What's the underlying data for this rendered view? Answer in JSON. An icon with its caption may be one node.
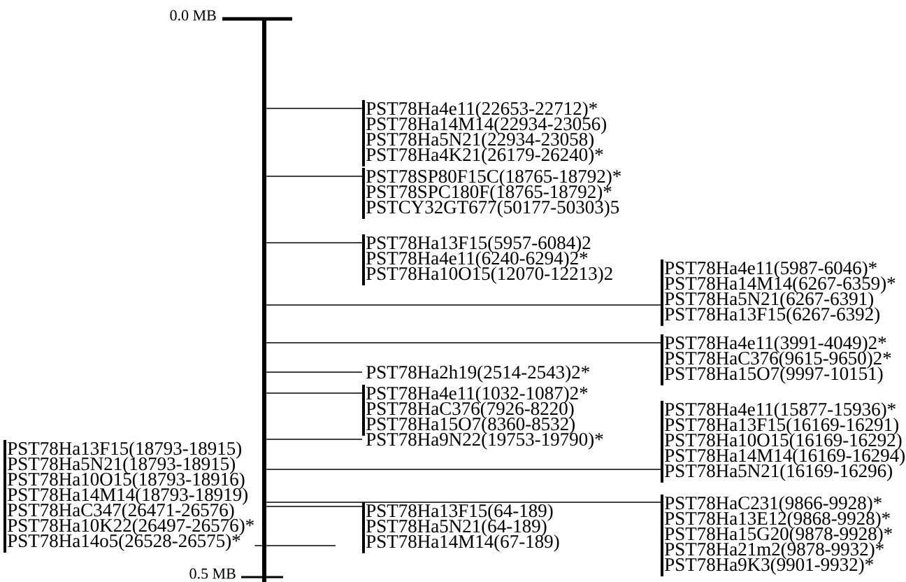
{
  "diagram": {
    "nodes": [
      {
        "text": [],
        "shape": "bar"
      },
      {
        "text": [
          "PST78Ha4e11(22653-22712)*",
          "PST78Ha14M14(22934-23056)",
          "PST78Ha5N21(22934-23058)",
          "PST78Ha4K21(26179-26240)*"
        ]
      },
      {
        "text": [
          "PST78SP80F15C(18765-18792)*",
          "PST78SPC180F(18765-18792)*",
          "PSTCY32GT677(50177-50303)5"
        ]
      },
      {
        "text": [
          "PST78Ha13F15(5957-6084)2",
          "PST78Ha4e11(6240-6294)2*",
          "PST78Ha10O15(12070-12213)2"
        ]
      },
      {
        "text": [
          "PST78Ha4e11(5987-6046)*",
          "PST78Ha14M14(6267-6359)*",
          "PST78Ha5N21(6267-6391)",
          "PST78Ha13F15(6267-6392)"
        ]
      },
      {
        "text": [
          "PST78Ha4e11(3991-4049)2*",
          "PST78HaC376(9615-9650)2*",
          "PST78Ha15O7(9997-10151)"
        ]
      },
      {
        "text": [
          "PST78Ha2h19(2514-2543)2*"
        ]
      },
      {
        "text": [
          "PST78Ha4e11(1032-1087)2*",
          "PST78HaC376(7926-8220)",
          "PST78Ha15O7(8360-8532)"
        ]
      },
      {
        "text": [
          "PST78Ha9N22(19753-19790)*"
        ]
      },
      {
        "text": [
          "PST78Ha4e11(15877-15936)*",
          "PST78Ha13F15(16169-16291)",
          "PST78Ha10O15(16169-16292)",
          "PST78Ha14M14(16169-16294)",
          "PST78Ha5N21(16169-16296)"
        ]
      },
      {
        "text": [
          "PST78Ha13F15(18793-18915)",
          "PST78Ha5N21(18793-18915)",
          "PST78Ha10O15(18793-18916)",
          "PST78Ha14M14(18793-18919)",
          "PST78HaC347(26471-26576)",
          "PST78Ha10K22(26497-26576)*",
          "PST78Ha14o5(26528-26575)*"
        ]
      },
      {
        "text": [
          "PST78HaC231(9866-9928)*",
          "PST78Ha13E12(9868-9928)*",
          "PST78Ha15G20(9878-9928)*",
          "PST78Ha21m2(9878-9932)*",
          "PST78Ha9K3(9901-9932)*"
        ]
      },
      {
        "text": [
          "PST78Ha13F15(64-189)",
          "PST78Ha5N21(64-189)",
          "PST78Ha14M14(67-189)"
        ]
      }
    ],
    "edges": [
      {
        "from": 0,
        "to": 1,
        "arrow": "none"
      },
      {
        "from": 0,
        "to": 2,
        "arrow": "none"
      },
      {
        "from": 0,
        "to": 3,
        "arrow": "none"
      },
      {
        "from": 0,
        "to": 4,
        "arrow": "none"
      },
      {
        "from": 0,
        "to": 5,
        "arrow": "none"
      },
      {
        "from": 0,
        "to": 6,
        "arrow": "none"
      },
      {
        "from": 0,
        "to": 7,
        "arrow": "none"
      },
      {
        "from": 0,
        "to": 8,
        "arrow": "none"
      },
      {
        "from": 0,
        "to": 9,
        "arrow": "none"
      },
      {
        "from": 0,
        "to": 11,
        "arrow": "none"
      },
      {
        "from": 0,
        "to": 12,
        "arrow": "none"
      },
      {
        "from": 10,
        "to": 0,
        "arrow": "none"
      }
    ],
    "labels": [
      "0.0 MB",
      "0.5 MB"
    ]
  }
}
